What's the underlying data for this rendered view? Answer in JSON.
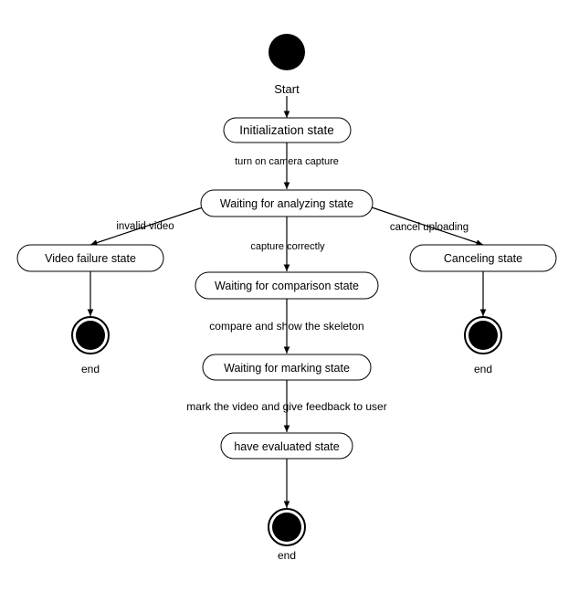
{
  "start": {
    "label": "Start"
  },
  "states": {
    "initialization": "Initialization state",
    "waiting_analyzing": "Waiting for analyzing state",
    "video_failure": "Video failure state",
    "waiting_comparison": "Waiting for comparison state",
    "canceling": "Canceling state",
    "waiting_marking": "Waiting for marking state",
    "have_evaluated": "have evaluated state"
  },
  "transitions": {
    "turn_on_camera": "turn on camera capture",
    "invalid_video": "invalid video",
    "capture_correctly": "capture correctly",
    "cancel_uploading": "cancel uploading",
    "compare_skeleton": "compare and show the skeleton",
    "mark_feedback": "mark the video and give feedback to user"
  },
  "ends": {
    "failure_end": "end",
    "cancel_end": "end",
    "main_end": "end"
  }
}
